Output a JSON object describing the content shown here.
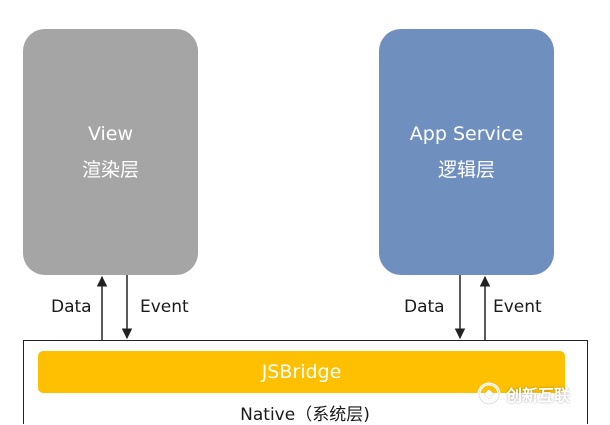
{
  "view": {
    "title": "View",
    "subtitle": "渲染层"
  },
  "app_service": {
    "title": "App Service",
    "subtitle": "逻辑层"
  },
  "left_arrows": {
    "data_label": "Data",
    "event_label": "Event"
  },
  "right_arrows": {
    "data_label": "Data",
    "event_label": "Event"
  },
  "jsbridge": {
    "label": "JSBridge"
  },
  "native": {
    "label": "Native（系统层)"
  },
  "watermark": {
    "text": "创新互联"
  },
  "colors": {
    "view_fill": "#a5a5a5",
    "app_service_fill": "#6f8fbf",
    "jsbridge_fill": "#fec000"
  }
}
